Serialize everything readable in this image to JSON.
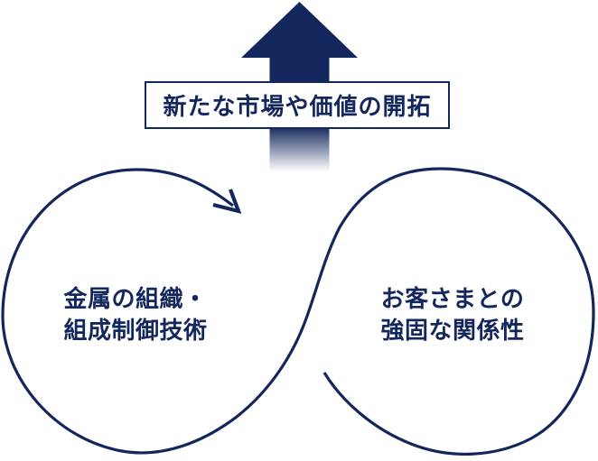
{
  "diagram": {
    "arrow_label": "新たな市場や価値の開拓",
    "left_loop": {
      "line1": "金属の組織・",
      "line2": "組成制御技術"
    },
    "right_loop": {
      "line1": "お客さまとの",
      "line2": "強固な関係性"
    },
    "icons": {
      "up_arrow": "up-arrow",
      "loop_arrowhead": "clockwise-flow-arrowhead"
    },
    "colors": {
      "navy": "#13275c",
      "box_background": "#ffffff",
      "background": "#ffffff"
    }
  }
}
